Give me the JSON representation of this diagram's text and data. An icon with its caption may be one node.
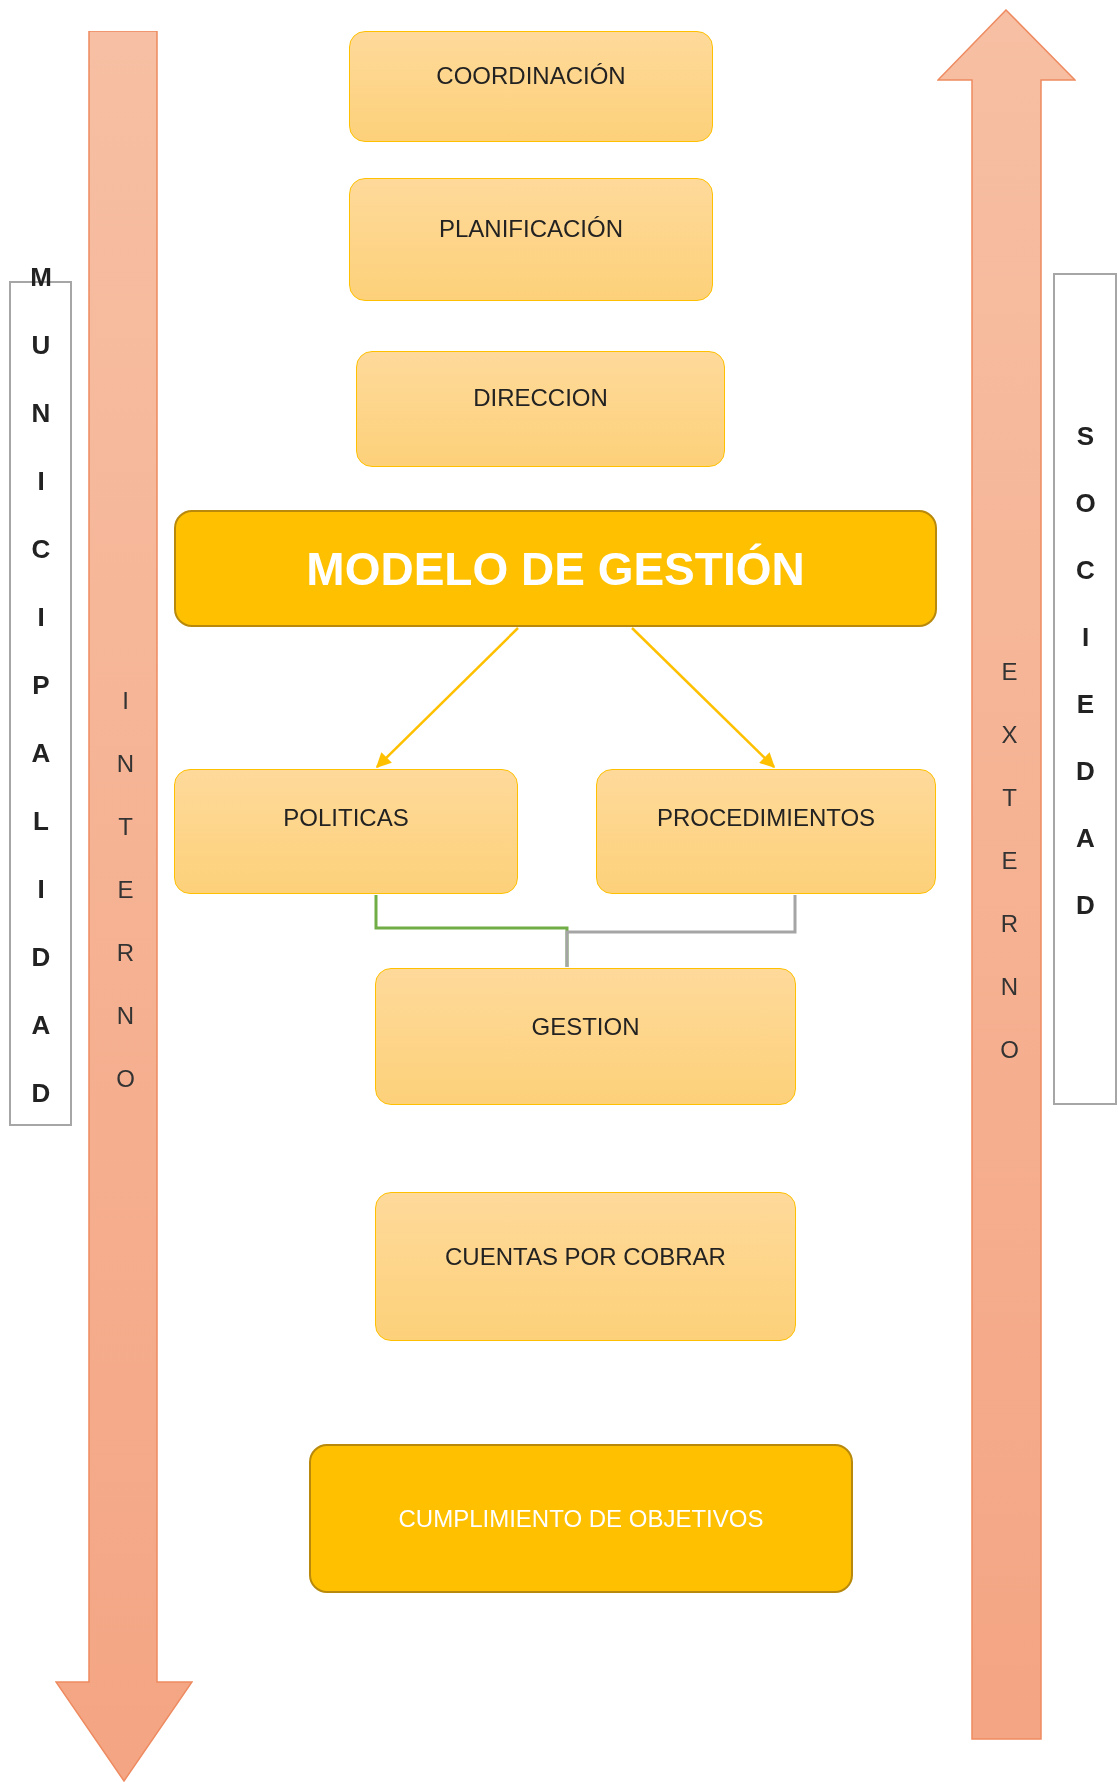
{
  "diagram": {
    "nodes": [
      {
        "text": [
          "COORDINACIÓN"
        ]
      },
      {
        "text": [
          "PLANIFICACIÓN"
        ]
      },
      {
        "text": [
          "DIRECCION"
        ]
      },
      {
        "text": [
          "MODELO DE GESTIÓN"
        ]
      },
      {
        "text": [
          "POLITICAS"
        ]
      },
      {
        "text": [
          "PROCEDIMIENTOS"
        ]
      },
      {
        "text": [
          "GESTION"
        ]
      },
      {
        "text": [
          "CUENTAS POR COBRAR"
        ]
      },
      {
        "text": [
          "CUMPLIMIENTO DE OBJETIVOS"
        ]
      },
      {
        "text": [
          "MUNICIPALIDAD"
        ]
      },
      {
        "text": [
          "INTERNO"
        ]
      },
      {
        "text": [
          "EXTERNO"
        ]
      },
      {
        "text": [
          "SOCIEDAD"
        ]
      }
    ],
    "edges": [
      {
        "from": 3,
        "to": 4,
        "arrow": "to"
      },
      {
        "from": 3,
        "to": 5,
        "arrow": "to"
      },
      {
        "from": 4,
        "to": 6,
        "arrow": "none",
        "color": "#70ad47"
      },
      {
        "from": 5,
        "to": 6,
        "arrow": "none",
        "color": "#a5a5a5"
      }
    ]
  }
}
